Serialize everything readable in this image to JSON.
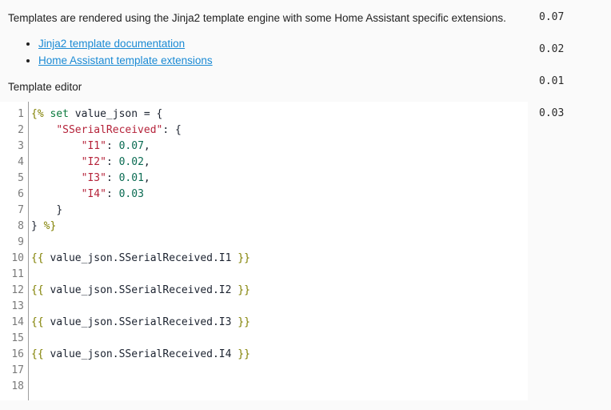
{
  "intro": {
    "text": "Templates are rendered using the Jinja2 template engine with some Home Assistant specific extensions."
  },
  "doc_links": [
    {
      "label": "Jinja2 template documentation"
    },
    {
      "label": "Home Assistant template extensions"
    }
  ],
  "editor_section": {
    "label": "Template editor"
  },
  "editor": {
    "line_numbers": [
      "1",
      "2",
      "3",
      "4",
      "5",
      "6",
      "7",
      "8",
      "9",
      "10",
      "11",
      "12",
      "13",
      "14",
      "15",
      "16",
      "17",
      "18"
    ],
    "lines": [
      {
        "n": "1",
        "tokens": [
          {
            "t": "{%",
            "c": "tok-delim"
          },
          {
            "t": " ",
            "c": "tok-plain"
          },
          {
            "t": "set",
            "c": "tok-kw"
          },
          {
            "t": " value_json ",
            "c": "tok-plain"
          },
          {
            "t": "=",
            "c": "tok-punc"
          },
          {
            "t": " ",
            "c": "tok-plain"
          },
          {
            "t": "{",
            "c": "tok-punc"
          }
        ]
      },
      {
        "n": "2",
        "tokens": [
          {
            "t": "    ",
            "c": "tok-plain"
          },
          {
            "t": "\"SSerialReceived\"",
            "c": "tok-str"
          },
          {
            "t": ": ",
            "c": "tok-punc"
          },
          {
            "t": "{",
            "c": "tok-punc"
          }
        ]
      },
      {
        "n": "3",
        "tokens": [
          {
            "t": "        ",
            "c": "tok-plain"
          },
          {
            "t": "\"I1\"",
            "c": "tok-str"
          },
          {
            "t": ": ",
            "c": "tok-punc"
          },
          {
            "t": "0.07",
            "c": "tok-num"
          },
          {
            "t": ",",
            "c": "tok-punc"
          }
        ]
      },
      {
        "n": "4",
        "tokens": [
          {
            "t": "        ",
            "c": "tok-plain"
          },
          {
            "t": "\"I2\"",
            "c": "tok-str"
          },
          {
            "t": ": ",
            "c": "tok-punc"
          },
          {
            "t": "0.02",
            "c": "tok-num"
          },
          {
            "t": ",",
            "c": "tok-punc"
          }
        ]
      },
      {
        "n": "5",
        "tokens": [
          {
            "t": "        ",
            "c": "tok-plain"
          },
          {
            "t": "\"I3\"",
            "c": "tok-str"
          },
          {
            "t": ": ",
            "c": "tok-punc"
          },
          {
            "t": "0.01",
            "c": "tok-num"
          },
          {
            "t": ",",
            "c": "tok-punc"
          }
        ]
      },
      {
        "n": "6",
        "tokens": [
          {
            "t": "        ",
            "c": "tok-plain"
          },
          {
            "t": "\"I4\"",
            "c": "tok-str"
          },
          {
            "t": ": ",
            "c": "tok-punc"
          },
          {
            "t": "0.03",
            "c": "tok-num"
          }
        ]
      },
      {
        "n": "7",
        "tokens": [
          {
            "t": "    ",
            "c": "tok-plain"
          },
          {
            "t": "}",
            "c": "tok-punc"
          }
        ]
      },
      {
        "n": "8",
        "tokens": [
          {
            "t": "}",
            "c": "tok-punc"
          },
          {
            "t": " ",
            "c": "tok-plain"
          },
          {
            "t": "%}",
            "c": "tok-delim"
          }
        ]
      },
      {
        "n": "9",
        "tokens": []
      },
      {
        "n": "10",
        "tokens": [
          {
            "t": "{{",
            "c": "tok-delim"
          },
          {
            "t": " value_json.SSerialReceived.I1 ",
            "c": "tok-plain"
          },
          {
            "t": "}}",
            "c": "tok-delim"
          }
        ]
      },
      {
        "n": "11",
        "tokens": []
      },
      {
        "n": "12",
        "tokens": [
          {
            "t": "{{",
            "c": "tok-delim"
          },
          {
            "t": " value_json.SSerialReceived.I2 ",
            "c": "tok-plain"
          },
          {
            "t": "}}",
            "c": "tok-delim"
          }
        ]
      },
      {
        "n": "13",
        "tokens": []
      },
      {
        "n": "14",
        "tokens": [
          {
            "t": "{{",
            "c": "tok-delim"
          },
          {
            "t": " value_json.SSerialReceived.I3 ",
            "c": "tok-plain"
          },
          {
            "t": "}}",
            "c": "tok-delim"
          }
        ]
      },
      {
        "n": "15",
        "tokens": []
      },
      {
        "n": "16",
        "tokens": [
          {
            "t": "{{",
            "c": "tok-delim"
          },
          {
            "t": " value_json.SSerialReceived.I4 ",
            "c": "tok-plain"
          },
          {
            "t": "}}",
            "c": "tok-delim"
          }
        ]
      },
      {
        "n": "17",
        "tokens": []
      },
      {
        "n": "18",
        "tokens": []
      }
    ]
  },
  "output": {
    "values": [
      "0.07",
      "0.02",
      "0.01",
      "0.03"
    ]
  },
  "colors": {
    "link": "#1a8ad4",
    "page_background": "#fafafa",
    "editor_background": "#ffffff",
    "string_token": "#b5233a",
    "number_token": "#0a6b52",
    "delimiter_token": "#808000",
    "keyword_token": "#0b7a3d",
    "line_number": "#7a7a7a"
  }
}
